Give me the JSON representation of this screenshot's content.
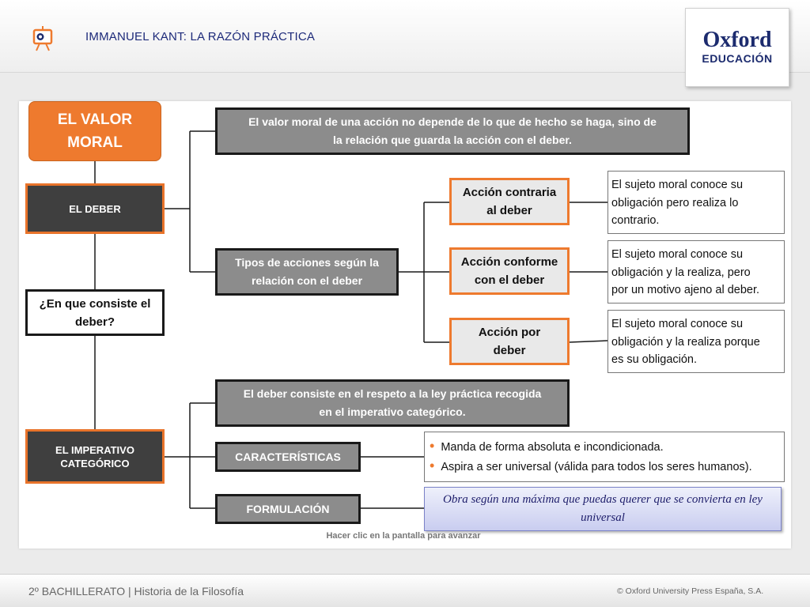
{
  "header": {
    "title": "IMMANUEL KANT: LA RAZÓN PRÁCTICA",
    "logo_line1": "Oxford",
    "logo_line2": "EDUCACIÓN",
    "icon": "presentation-easel-icon"
  },
  "diagram": {
    "main": {
      "line1": "EL VALOR",
      "line2": "MORAL"
    },
    "deber": "EL DEBER",
    "valor_desc": {
      "line1": "El valor moral de una acción no depende de lo que de hecho se haga, sino de",
      "line2": "la relación que guarda la acción con el deber."
    },
    "tipos": {
      "line1": "Tipos de acciones según la",
      "line2": "relación con el deber"
    },
    "acciones": [
      {
        "line1": "Acción contraria",
        "line2": "al deber",
        "desc": [
          "El sujeto moral conoce su",
          "obligación pero realiza lo",
          "contrario."
        ]
      },
      {
        "line1": "Acción conforme",
        "line2": "con el deber",
        "desc": [
          "El sujeto moral conoce su",
          "obligación y la realiza, pero",
          "por un motivo ajeno al deber."
        ]
      },
      {
        "line1": "Acción por",
        "line2": "deber",
        "desc": [
          "El sujeto moral conoce su",
          "obligación y la realiza porque",
          "es su obligación."
        ]
      }
    ],
    "pregunta": {
      "line1": "¿En que consiste el",
      "line2": "deber?"
    },
    "respeto": {
      "line1": "El deber consiste en el respeto a la ley práctica recogida",
      "line2": "en el imperativo categórico."
    },
    "imperativo": {
      "line1": "EL IMPERATIVO",
      "line2": "CATEGÓRICO"
    },
    "caracteristicas": "CARACTERÍSTICAS",
    "caracteristicas_items": [
      "Manda de forma absoluta e incondicionada.",
      "Aspira a ser universal (válida para todos los seres humanos)."
    ],
    "formulacion": "FORMULACIÓN",
    "formula": {
      "line1": "Obra según una máxima que puedas querer que se convierta en ley",
      "line2": "universal"
    },
    "hint": "Hacer clic en la pantalla para avanzar"
  },
  "footer": {
    "course": "2º BACHILLERATO | Historia de la Filosofía",
    "copyright": "© Oxford University Press España, S.A."
  },
  "colors": {
    "accent": "#ee7a2e",
    "dark": "#3f3f3f",
    "gray": "#8c8c8c",
    "title_blue": "#1d2a7a"
  }
}
